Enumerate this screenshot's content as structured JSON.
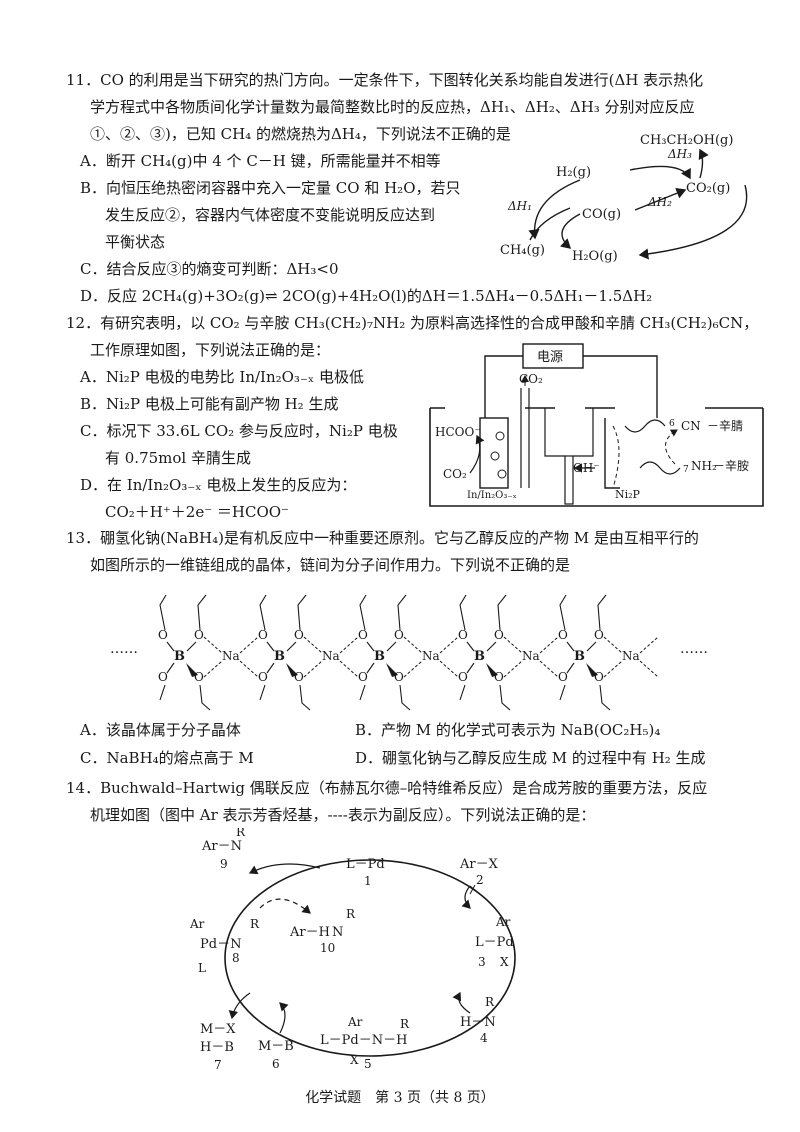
{
  "q11": {
    "lines": [
      "11．CO 的利用是当下研究的热门方向。一定条件下，下图转化关系均能自发进行(ΔH 表示热化",
      "学方程式中各物质间化学计量数为最简整数比时的反应热，ΔH₁、ΔH₂、ΔH₃ 分别对应反应",
      "①、②、③)，已知 CH₄ 的燃烧热为ΔH₄，下列说法不正确的是"
    ],
    "options": [
      "A．断开 CH₄(g)中 4 个 C－H 键，所需能量并不相等",
      "B．向恒压绝热密闭容器中充入一定量 CO 和 H₂O，若只",
      "发生反应②，容器内气体密度不变能说明反应达到",
      "平衡状态",
      "C．结合反应③的熵变可判断：ΔH₃<0",
      "D．反应 2CH₄(g)+3O₂(g)⇌ 2CO(g)+4H₂O(l)的ΔH＝1.5ΔH₄－0.5ΔH₁－1.5ΔH₂"
    ],
    "diagram": {
      "ethanol": "CH₃CH₂OH(g)",
      "h2": "H₂(g)",
      "co": "CO(g)",
      "co2": "CO₂(g)",
      "ch4": "CH₄(g)",
      "h2o": "H₂O(g)",
      "dh1": "ΔH₁",
      "dh2": "ΔH₂",
      "dh3": "ΔH₃"
    }
  },
  "q12": {
    "lines": [
      "12．有研究表明，以 CO₂ 与辛胺 CH₃(CH₂)₇NH₂ 为原料高选择性的合成甲酸和辛腈 CH₃(CH₂)₆CN，",
      "工作原理如图，下列说法正确的是："
    ],
    "options": [
      "A．Ni₂P 电极的电势比 In/In₂O₃₋ₓ 电极低",
      "B．Ni₂P 电极上可能有副产物 H₂ 生成",
      "C．标况下 33.6L CO₂ 参与反应时，Ni₂P 电极",
      "有 0.75mol 辛腈生成",
      "D．在 In/In₂O₃₋ₓ 电极上发生的反应为：",
      "CO₂＋H⁺＋2e⁻ ＝HCOO⁻"
    ],
    "diagram": {
      "power": "电源",
      "co2_top": "CO₂",
      "hcoo": "HCOO⁻",
      "co2_left": "CO₂",
      "in_label": "In/In₂O₃₋ₓ",
      "oh": "OH⁻",
      "cn": "CN",
      "nitrile": "－辛腈",
      "nh2": "NH₂",
      "amine": "－辛胺",
      "ni2p": "Ni₂P",
      "sub6": "6",
      "sub7": "7"
    }
  },
  "q13": {
    "lines": [
      "13．硼氢化钠(NaBH₄)是有机反应中一种重要还原剂。它与乙醇反应的产物 M 是由互相平行的",
      "如图所示的一维链组成的晶体，链间为分子间作用力。下列说不正确的是"
    ],
    "options_left": [
      "A．该晶体属于分子晶体",
      "C．NaBH₄的熔点高于 M"
    ],
    "options_right": [
      "B．产物 M 的化学式可表示为 NaB(OC₂H₅)₄",
      "D．硼氢化钠与乙醇反应生成 M 的过程中有 H₂ 生成"
    ],
    "diagram": {
      "ellipsis": "……",
      "b": "B",
      "na": "Na",
      "o": "O"
    }
  },
  "q14": {
    "lines": [
      "14．Buchwald–Hartwig 偶联反应（布赫瓦尔德–哈特维希反应）是合成芳胺的重要方法，反应",
      "机理如图（图中 Ar 表示芳香烃基，----表示为副反应）。下列说法正确的是："
    ],
    "diagram": {
      "c1": "L－Pd",
      "n1": "1",
      "c2": "Ar－X",
      "n2": "2",
      "c3_l": "L－Pd",
      "c3_ar": "Ar",
      "c3_x": "X",
      "n3": "3",
      "c4_h": "H－N",
      "c4_r": "R",
      "n4": "4",
      "c5_main": "L－Pd－N－H",
      "c5_ar": "Ar",
      "c5_x": "X",
      "n5": "5",
      "c5_r": "R",
      "c6": "M－B",
      "n6": "6",
      "c7_a": "M－X",
      "c7_b": "H－B",
      "n7": "7",
      "c8_pd": "Pd－N",
      "c8_ar": "Ar",
      "c8_l": "L",
      "c8_r": "R",
      "n8": "8",
      "c9_main": "Ar－N",
      "c9_r": "R",
      "n9": "9",
      "c10_main": "Ar－H",
      "c10_n": "N",
      "c10_r": "R",
      "n10": "10"
    }
  },
  "footer": "化学试题　第 3 页（共 8 页）"
}
